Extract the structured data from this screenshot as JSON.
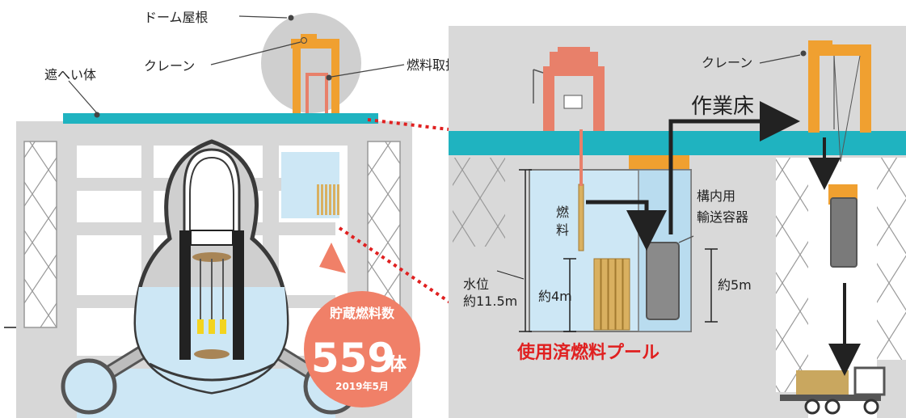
{
  "labels": {
    "dome_roof": "ドーム屋根",
    "crane_left": "クレーン",
    "shield": "遮へい体",
    "fuel_handler": "燃料取扱機",
    "crane_right": "クレーン",
    "work_floor": "作業床",
    "fuel_v1": "燃",
    "fuel_v2": "料",
    "container_l1": "構内用",
    "container_l2": "輸送容器",
    "water_level_l1": "水位",
    "water_level_l2": "約11.5m",
    "depth_4m": "約4m",
    "depth_5m": "約5m",
    "pool_title": "使用済燃料プール"
  },
  "badge": {
    "title": "貯蔵燃料数",
    "count": "559",
    "unit": "体",
    "date": "2019年5月"
  },
  "colors": {
    "teal": "#1fb3c0",
    "orange": "#f0a030",
    "salmon": "#e8806a",
    "water": "#cde7f5",
    "gray_frame": "#d7d7d7",
    "badge": "#f08068",
    "pool_red": "#e02020"
  }
}
